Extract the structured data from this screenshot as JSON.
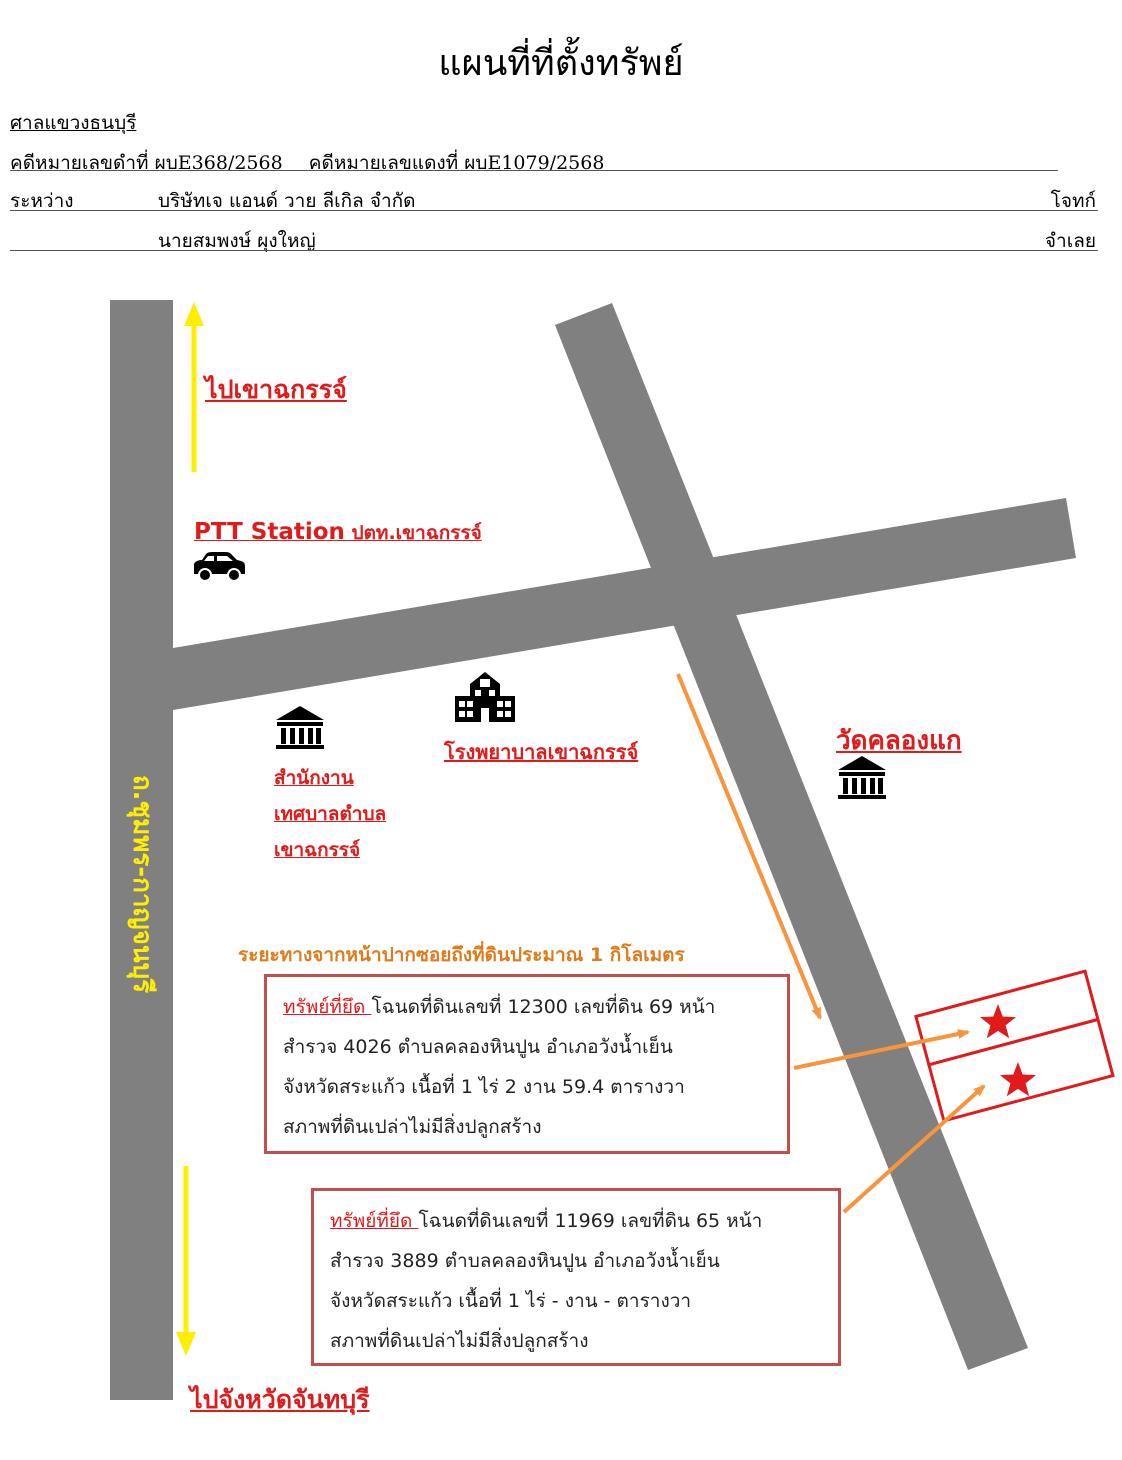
{
  "title": "แผนที่ที่ตั้งทรัพย์",
  "court": "ศาลแขวงธนบุรี",
  "case_black_label": "คดีหมายเลขดำที่ ผบE",
  "case_black_no": "368/2568",
  "case_red_label": "คดีหมายเลขแดงที่ ผบE",
  "case_red_no": "1079/2568",
  "between_label": "ระหว่าง",
  "plaintiff_name": "บริษัทเจ แอนด์ วาย ลีเกิล จำกัด",
  "plaintiff_role": "โจทก์",
  "defendant_name": "นายสมพงษ์ ผุงใหญ่",
  "defendant_role": "จำเลย",
  "map": {
    "road_label": "ถ.ชุมพร-กาญจนบุรี",
    "to_north": "ไปเขาฉกรรจ์",
    "to_south": "ไปจังหวัดจันทบุรี",
    "ptt_bold": "PTT Station",
    "ptt_thai": " ปตท.เขาฉกรรจ์",
    "office_line1": "สำนักงาน",
    "office_line2": "เทศบาลตำบล",
    "office_line3": "เขาฉกรรจ์",
    "hospital": "โรงพยาบาลเขาฉกรรจ์",
    "temple": "วัดคลองแก",
    "distance_note": "ระยะทางจากหน้าปากซอยถึงที่ดินประมาณ 1 กิโลเมตร",
    "colors": {
      "road": "#808080",
      "red": "#e01b1b",
      "orange": "#f7943c",
      "yellow": "#ffee00",
      "box_border": "#c0504d",
      "distance": "#e07b1a"
    },
    "icons": [
      "car-icon",
      "government-building-icon",
      "hospital-icon",
      "temple-icon",
      "star-icon"
    ]
  },
  "property1": {
    "label": "ทรัพย์ที่ยึด ",
    "line1": " โฉนดที่ดินเลขที่ 12300 เลขที่ดิน 69 หน้า",
    "line2": "สำรวจ 4026 ตำบลคลองหินปูน อำเภอวังน้ำเย็น",
    "line3": "จังหวัดสระแก้ว  เนื้อที่ 1 ไร่ 2 งาน 59.4 ตารางวา",
    "line4": "สภาพที่ดินเปล่าไม่มีสิ่งปลูกสร้าง"
  },
  "property2": {
    "label": "ทรัพย์ที่ยึด ",
    "line1": " โฉนดที่ดินเลขที่ 11969 เลขที่ดิน 65 หน้า",
    "line2": "สำรวจ 3889 ตำบลคลองหินปูน อำเภอวังน้ำเย็น",
    "line3": "จังหวัดสระแก้ว  เนื้อที่ 1 ไร่ - งาน - ตารางวา",
    "line4": "สภาพที่ดินเปล่าไม่มีสิ่งปลูกสร้าง"
  }
}
